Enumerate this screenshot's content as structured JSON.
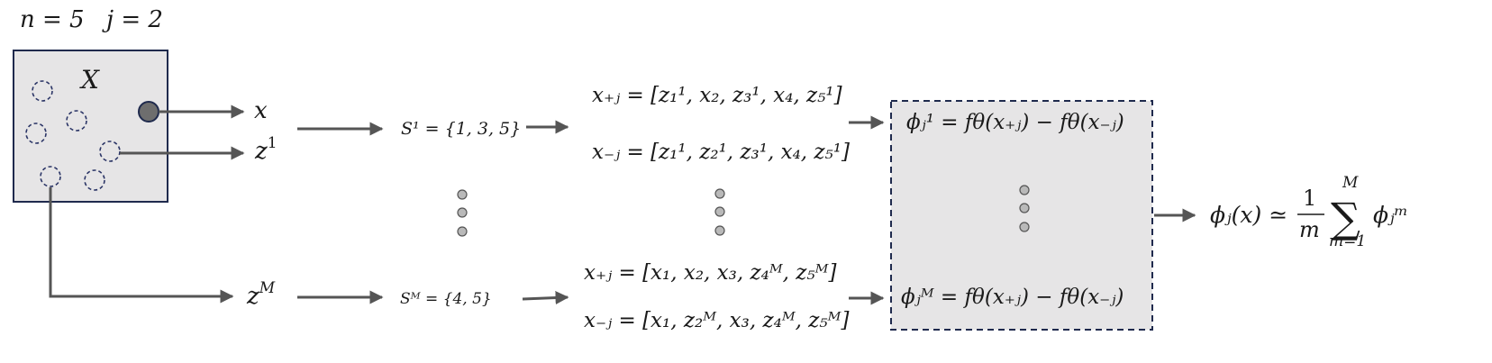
{
  "params": {
    "n": "n = 5",
    "j": "j = 2"
  },
  "feature_box": {
    "label": "X"
  },
  "inputs": {
    "x": "x",
    "z1": "z",
    "z1_sup": "1",
    "zM": "z",
    "zM_sup": "M"
  },
  "subsets": {
    "s1": "S¹ = {1, 3, 5}",
    "sM": "Sᴹ = {4, 5}"
  },
  "hybrids": {
    "top_plus": "x₊ⱼ = [z₁¹, x₂, z₃¹, x₄, z₅¹]",
    "top_minus": "x₋ⱼ = [z₁¹, z₂¹, z₃¹, x₄, z₅¹]",
    "bottom_plus": "x₊ⱼ = [x₁, x₂, x₃, z₄ᴹ, z₅ᴹ]",
    "bottom_minus": "x₋ⱼ = [x₁, z₂ᴹ, x₃, z₄ᴹ, z₅ᴹ]"
  },
  "contributions": {
    "phi1": "ϕⱼ¹ = fθ(x₊ⱼ) − fθ(x₋ⱼ)",
    "phiM": "ϕⱼᴹ = fθ(x₊ⱼ) − fθ(x₋ⱼ)"
  },
  "result": {
    "lhs": "ϕⱼ(x) ≃",
    "frac_num": "1",
    "frac_den": "m",
    "sum_top": "M",
    "sum_symbol": "∑",
    "sum_bottom": "m=1",
    "term": "ϕⱼᵐ"
  },
  "colors": {
    "arrow": "#555555",
    "box_fill": "#e6e5e6",
    "box_border": "#1f2a4d",
    "dashed_circle": "#2b3566",
    "selected_dot": "#6e6e6e",
    "ellipsis_dot": "#b9b9b9"
  }
}
